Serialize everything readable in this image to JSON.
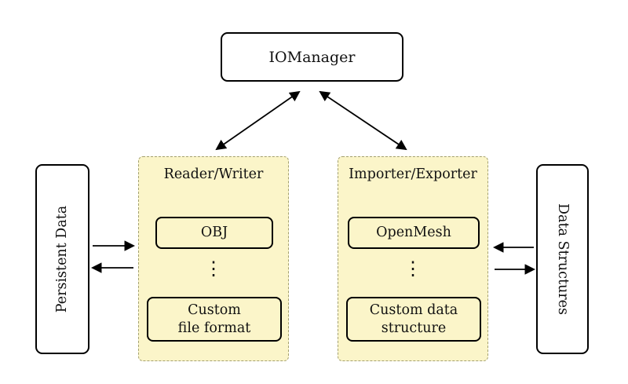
{
  "nodes": {
    "io_manager": "IOManager"
  },
  "groups": {
    "reader_writer": {
      "title": "Reader/Writer",
      "nodes": [
        {
          "lines": [
            "OBJ"
          ]
        },
        {
          "lines": [
            "Custom",
            "file format"
          ]
        }
      ],
      "ellipsis": "⋮"
    },
    "importer_exporter": {
      "title": "Importer/Exporter",
      "nodes": [
        {
          "lines": [
            "OpenMesh"
          ]
        },
        {
          "lines": [
            "Custom data",
            "structure"
          ]
        }
      ],
      "ellipsis": "⋮"
    }
  },
  "sides": {
    "persistent_data": "Persistent Data",
    "data_structures": "Data Structures"
  },
  "colors": {
    "group_fill": "#FBF5C9",
    "group_border": "#A3A06F",
    "node_fill": "#FBF5C9",
    "line_color": "#000000",
    "box_border": "#000000",
    "background": "#FFFFFF"
  }
}
